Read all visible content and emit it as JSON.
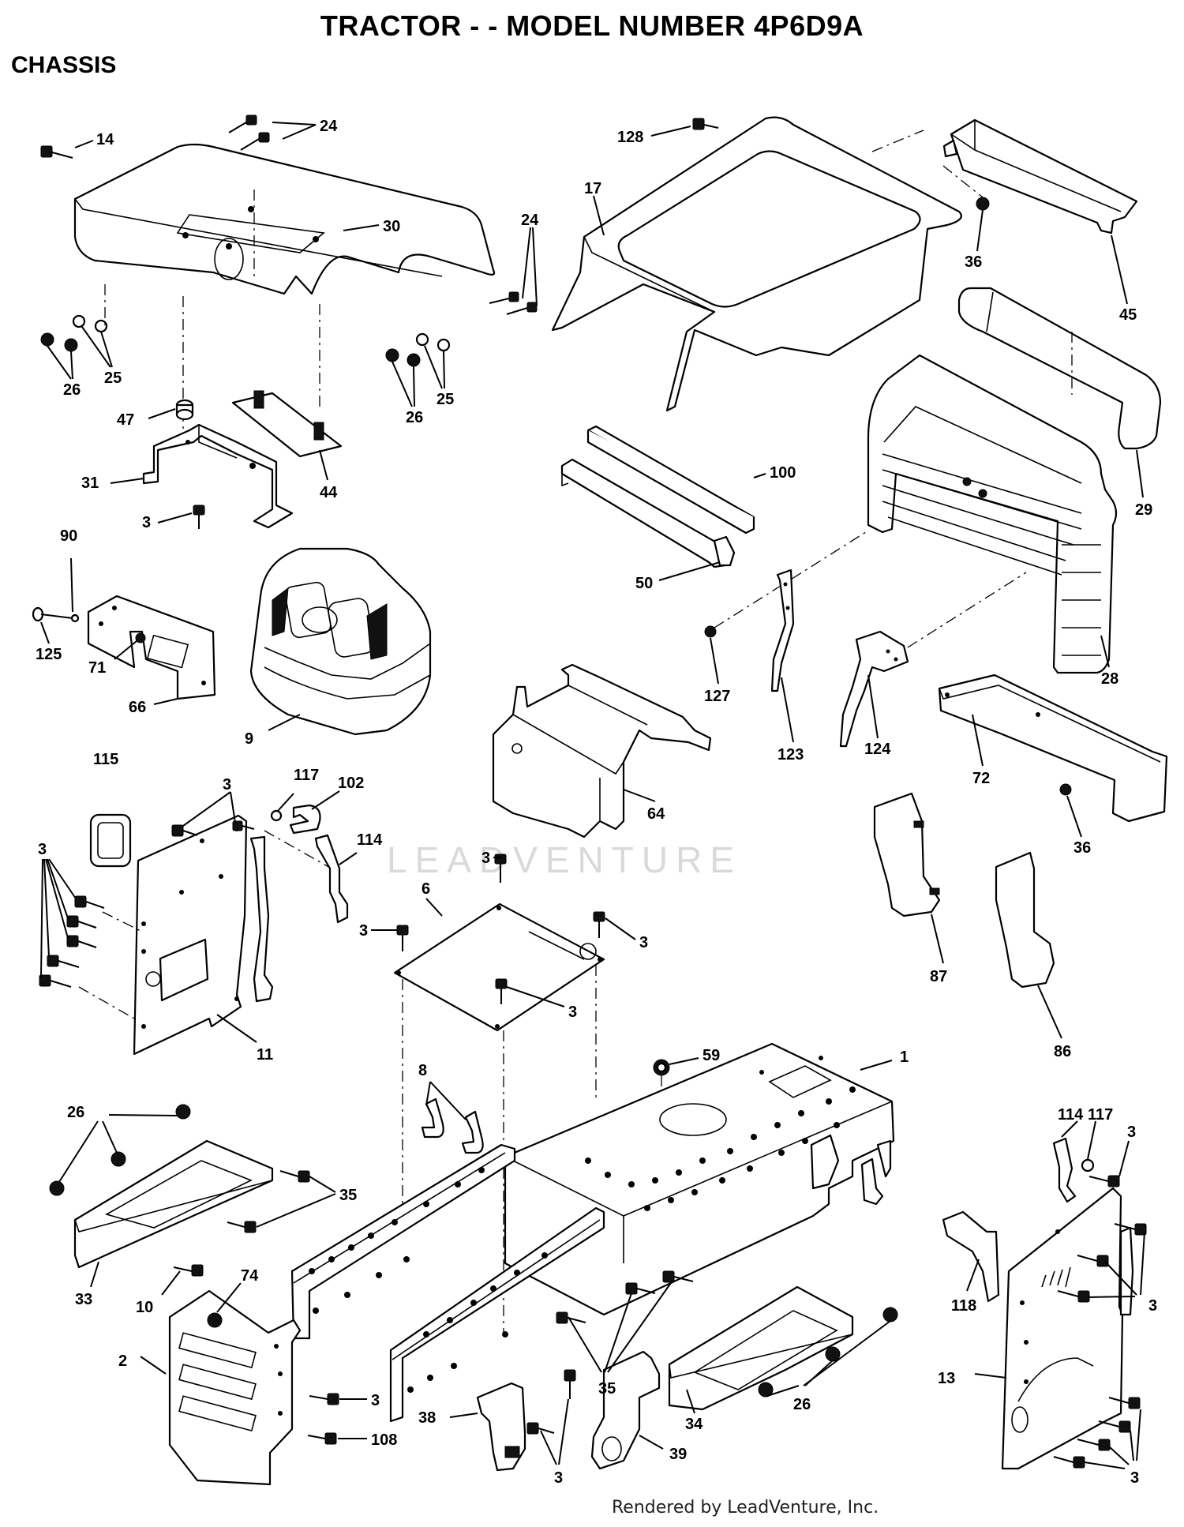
{
  "header": {
    "title": "TRACTOR - - MODEL NUMBER 4P6D9A",
    "section": "CHASSIS"
  },
  "watermark": "LEADVENTURE",
  "footer": "Rendered by LeadVenture, Inc.",
  "callouts": {
    "c14": "14",
    "c24a": "24",
    "c30": "30",
    "c24b": "24",
    "c26a": "26",
    "c25a": "25",
    "c47": "47",
    "c26b": "26",
    "c25b": "25",
    "c31": "31",
    "c44": "44",
    "c3a": "3",
    "c128": "128",
    "c17": "17",
    "c36a": "36",
    "c45": "45",
    "c29": "29",
    "c100": "100",
    "c50": "50",
    "c28": "28",
    "c90": "90",
    "c125": "125",
    "c71": "71",
    "c66": "66",
    "c9": "9",
    "c127": "127",
    "c123": "123",
    "c124": "124",
    "c64": "64",
    "c72": "72",
    "c36b": "36",
    "c115": "115",
    "c3b": "3",
    "c117a": "117",
    "c102": "102",
    "c114a": "114",
    "c3c": "3",
    "c11": "11",
    "c3d": "3",
    "c6": "6",
    "c3e": "3",
    "c3f": "3",
    "c3g": "3",
    "c87": "87",
    "c86": "86",
    "c59": "59",
    "c1": "1",
    "c8": "8",
    "c26c": "26",
    "c35a": "35",
    "c33": "33",
    "c10": "10",
    "c74": "74",
    "c114b": "114",
    "c117b": "117",
    "c3h": "3",
    "c118": "118",
    "c3i": "3",
    "c2": "2",
    "c35b": "35",
    "c34": "34",
    "c13": "13",
    "c3j": "3",
    "c108": "108",
    "c38": "38",
    "c3k": "3",
    "c39": "39",
    "c26d": "26",
    "c3l": "3"
  }
}
